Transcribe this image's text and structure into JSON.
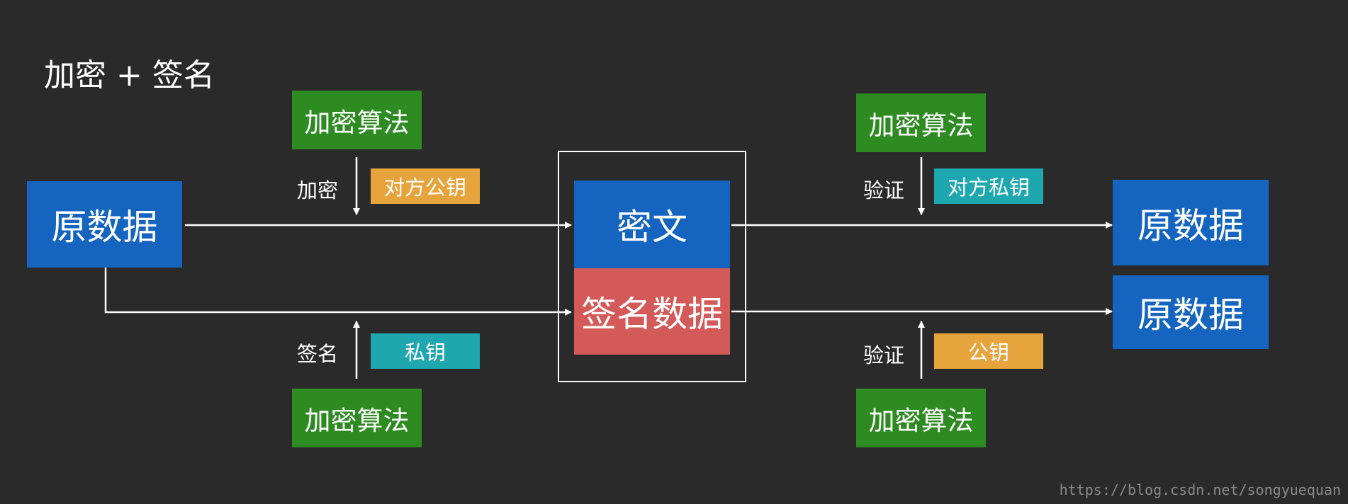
{
  "title": "加密 + 签名",
  "left": {
    "source": "原数据",
    "encrypt_algo": "加密算法",
    "encrypt_label": "加密",
    "encrypt_key": "对方公钥",
    "sign_label": "签名",
    "sign_key": "私钥",
    "sign_algo": "加密算法"
  },
  "center": {
    "ciphertext": "密文",
    "signature": "签名数据"
  },
  "right": {
    "verify_top_algo": "加密算法",
    "verify_top_label": "验证",
    "verify_top_key": "对方私钥",
    "output_top": "原数据",
    "output_bottom": "原数据",
    "verify_bottom_label": "验证",
    "verify_bottom_key": "公钥",
    "verify_bottom_algo": "加密算法"
  },
  "watermark": "https://blog.csdn.net/songyuequan",
  "colors": {
    "background": "#2a2a2a",
    "data_blue": "#1565c0",
    "algo_green": "#2e8b22",
    "signature_red": "#d45a5a",
    "public_key_orange": "#e8a43c",
    "private_key_teal": "#1fa7b0"
  }
}
